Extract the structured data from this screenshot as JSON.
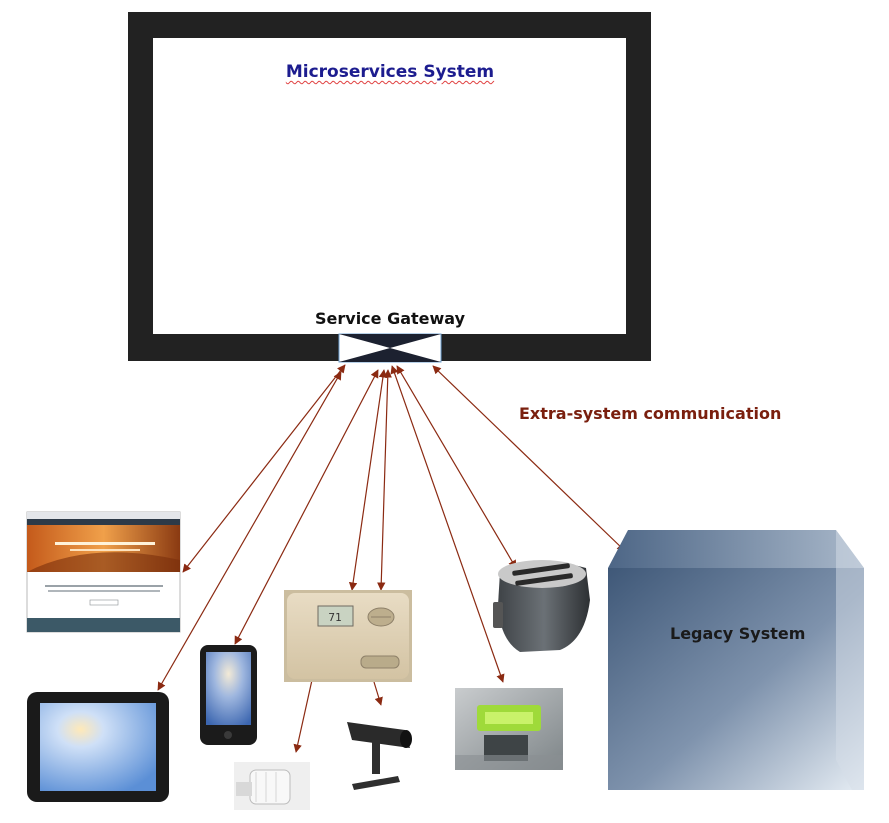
{
  "diagram": {
    "system_title": "Microservices System",
    "gateway_label": "Service Gateway",
    "external_comm_label": "Extra-system communication",
    "legacy_label": "Legacy System"
  },
  "devices": [
    {
      "name": "website-screenshot",
      "kind": "web page"
    },
    {
      "name": "tablet",
      "kind": "tablet"
    },
    {
      "name": "smartphone",
      "kind": "phone"
    },
    {
      "name": "radiator-valve",
      "kind": "thermostatic valve"
    },
    {
      "name": "thermostat",
      "kind": "thermostat"
    },
    {
      "name": "security-camera",
      "kind": "camera"
    },
    {
      "name": "refrigerator-panel",
      "kind": "fridge display"
    },
    {
      "name": "toaster",
      "kind": "toaster"
    }
  ],
  "colors": {
    "frame": "#222222",
    "arrow": "#8b2a12",
    "title": "#1c1c8f",
    "external_label": "#7a1f0e"
  }
}
